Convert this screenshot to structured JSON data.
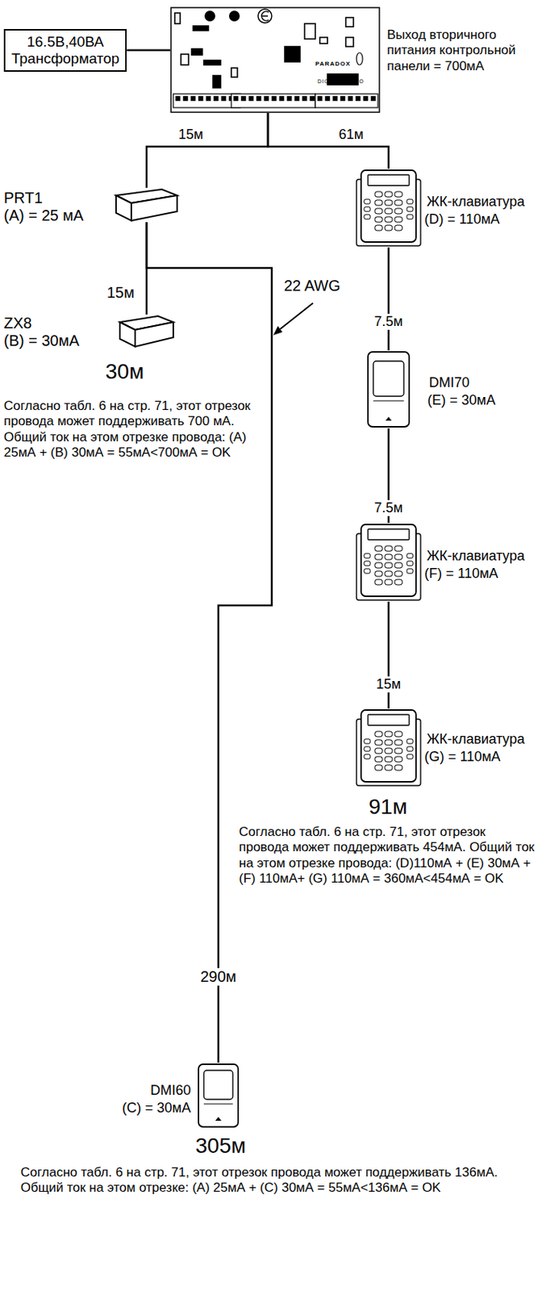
{
  "diagram": {
    "nodes": [
      {
        "text": [
          "16.5В,40ВА Трансформатор"
        ]
      },
      {
        "text": [
          "PARADOX",
          "DIGIPLEX EVO"
        ]
      },
      {
        "text": [
          "PRT1",
          "(A) = 25 мА"
        ]
      },
      {
        "text": [
          "ZX8",
          "(B) = 30мА"
        ]
      },
      {
        "text": [
          "ЖК-клавиатура",
          "(D) = 110мА"
        ]
      },
      {
        "text": [
          "DMI70",
          "(E) = 30мА"
        ]
      },
      {
        "text": [
          "ЖК-клавиатура",
          "(F) = 110мА"
        ]
      },
      {
        "text": [
          "ЖК-клавиатура",
          "(G) = 110мА"
        ]
      },
      {
        "text": [
          "DMI60",
          "(C) = 30мА"
        ]
      }
    ],
    "edges": [
      {
        "from": 0,
        "to": 1,
        "arrow": "none"
      },
      {
        "from": 1,
        "to": 2,
        "label": "15м",
        "arrow": "none"
      },
      {
        "from": 2,
        "to": 3,
        "label": "15м",
        "arrow": "none"
      },
      {
        "from": 2,
        "to": 8,
        "label": "290м",
        "arrow": "none"
      },
      {
        "from": 1,
        "to": 4,
        "label": "61м",
        "arrow": "none"
      },
      {
        "from": 4,
        "to": 5,
        "label": "7.5м",
        "arrow": "none"
      },
      {
        "from": 5,
        "to": 6,
        "label": "7.5м",
        "arrow": "none"
      },
      {
        "from": 6,
        "to": 7,
        "label": "15м",
        "arrow": "none"
      }
    ],
    "labels": [
      "Выход вторичного питания контрольной панели = 700мА",
      "22 AWG",
      "30м",
      "Согласно табл. 6 на стр. 71, этот отрезок провода может поддерживать 700 мА. Общий ток на этом отрезке провода: (A) 25мА + (B) 30мА = 55мА<700мА = OK",
      "91м",
      "Согласно табл. 6 на стр. 71, этот отрезок провода может поддерживать 454мА. Общий ток на этом отрезке провода: (D)110мА + (E) 30мА + (F) 110мА+ (G) 110мА = 360мА<454мА = OK",
      "305м",
      "Согласно табл. 6 на стр. 71, этот отрезок провода может поддерживать 136мА. Общий ток на этом отрезке: (A) 25мА + (C) 30мА = 55мА<136мА = OK"
    ]
  }
}
